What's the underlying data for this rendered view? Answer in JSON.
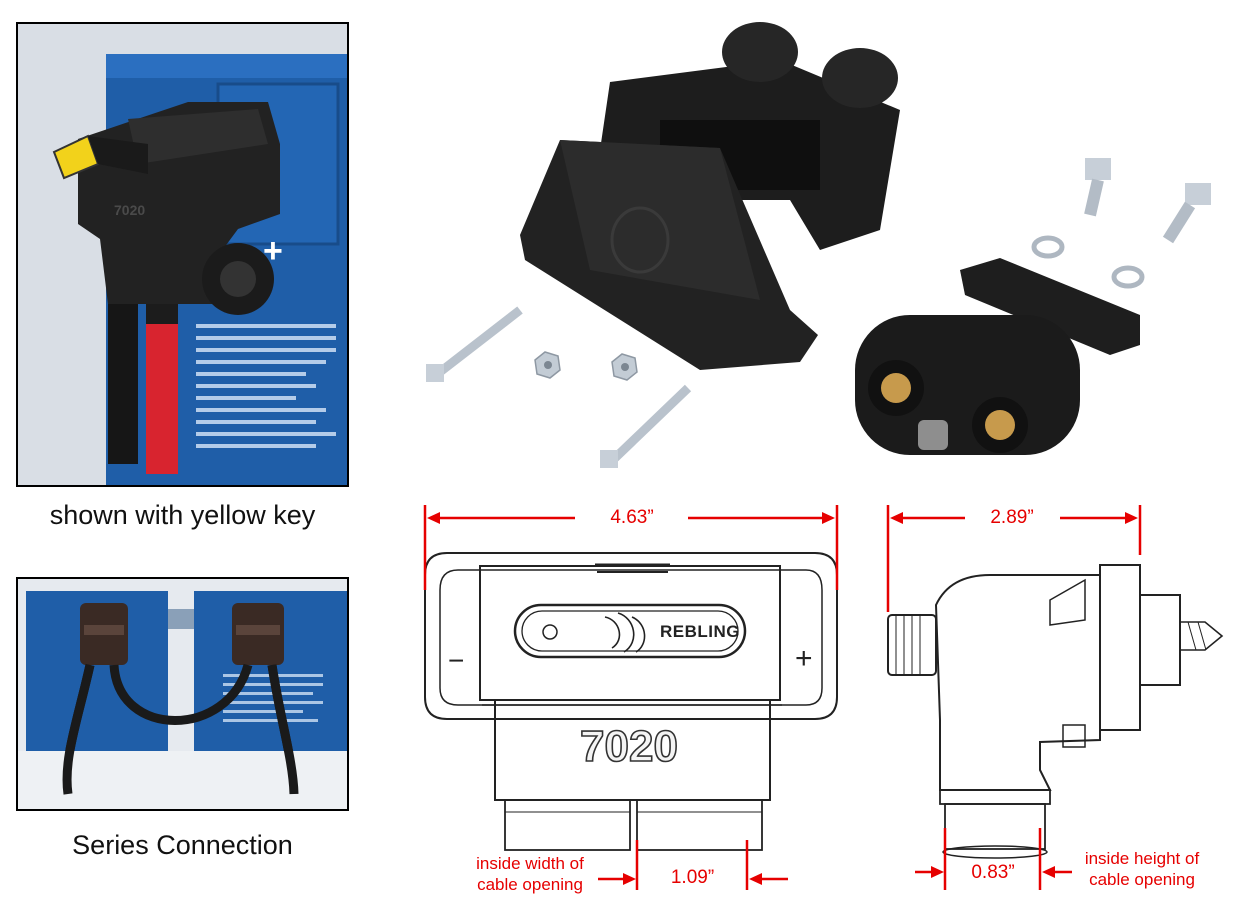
{
  "captions": {
    "yellow_key": "shown with yellow key",
    "series": "Series Connection"
  },
  "photo_text": {
    "plus_sign": "+",
    "connector_marking": "7020"
  },
  "front_drawing": {
    "brand_label": "REBLING",
    "model_number": "7020",
    "minus_sign": "−",
    "plus_sign": "+"
  },
  "dimensions": {
    "overall_width": "4.63”",
    "side_depth": "2.89”",
    "cable_width": "1.09”",
    "cable_height": "0.83”"
  },
  "notes": {
    "width_note_line1": "inside width of",
    "width_note_line2": "cable opening",
    "height_note_line1": "inside height of",
    "height_note_line2": "cable opening"
  },
  "colors": {
    "dimension_red": "#e60000",
    "battery_blue": "#1f5ea8",
    "connector_black": "#1e1e1e",
    "key_yellow": "#f2d21b",
    "cable_red": "#d8242f"
  }
}
